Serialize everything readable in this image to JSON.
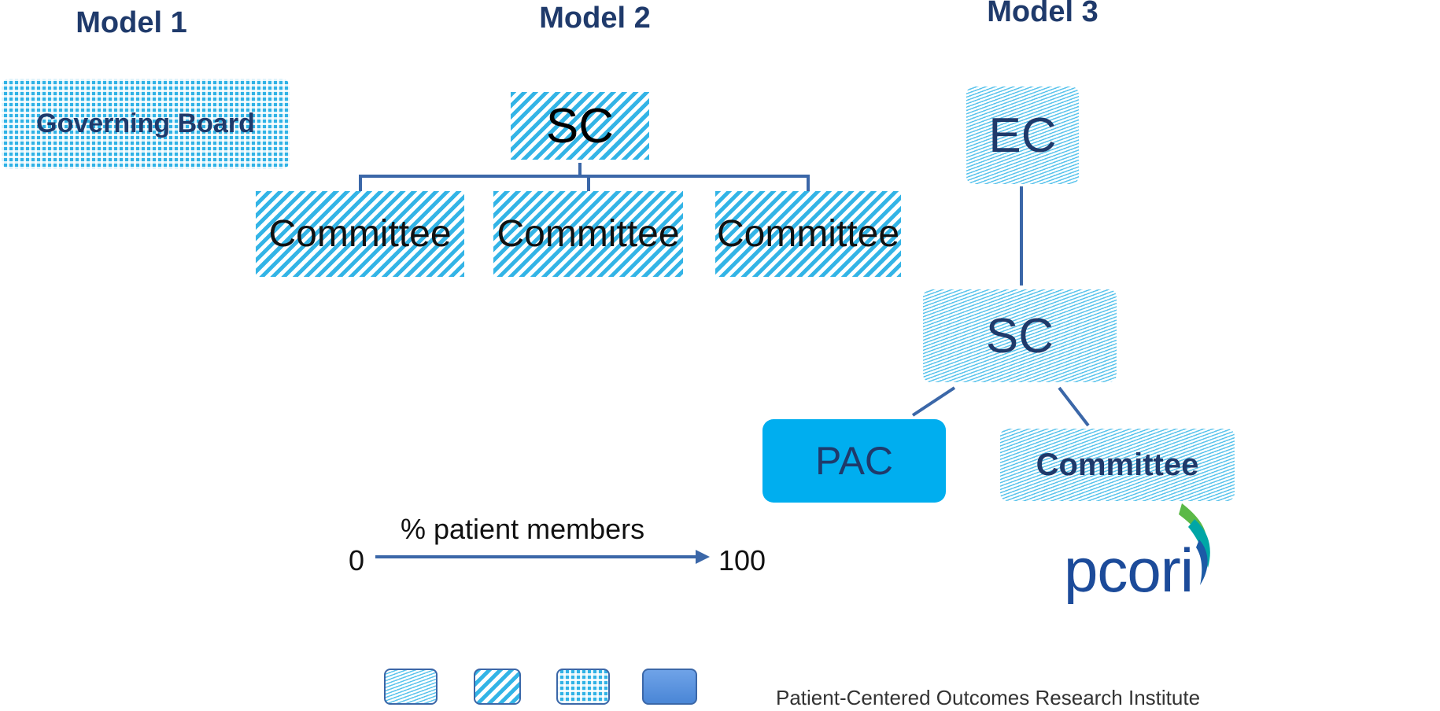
{
  "models": {
    "model1": "Model 1",
    "model2": "Model 2",
    "model3": "Model 3"
  },
  "model1": {
    "governing_board": "Governing Board"
  },
  "model2": {
    "sc": "SC",
    "committees": [
      "Committee",
      "Committee",
      "Committee"
    ]
  },
  "model3": {
    "ec": "EC",
    "sc": "SC",
    "pac": "PAC",
    "committee": "Committee"
  },
  "legend": {
    "title": "% patient members",
    "min": "0",
    "max": "100"
  },
  "logo": {
    "name": "pcori",
    "tagline": "Patient-Centered Outcomes Research Institute"
  },
  "colors": {
    "primary_blue": "#00aeef",
    "line_blue": "#3b67a8",
    "title_navy": "#1f3a6b"
  }
}
